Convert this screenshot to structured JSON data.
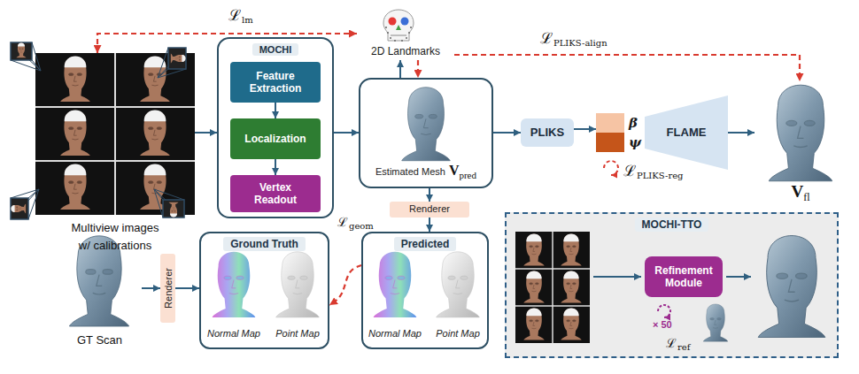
{
  "diagram": {
    "nodes": [
      {
        "text": [
          "Multiview images w/ calibrations"
        ]
      },
      {
        "text": [
          "MOCHI"
        ]
      },
      {
        "text": [
          "Feature Extraction"
        ],
        "in": 1
      },
      {
        "text": [
          "Localization"
        ],
        "in": 1
      },
      {
        "text": [
          "Vertex Readout"
        ],
        "in": 1
      },
      {
        "text": [
          "2D Landmarks"
        ]
      },
      {
        "text": [
          "Estimated Mesh",
          "V",
          "pred"
        ]
      },
      {
        "text": [
          "PLIKS"
        ]
      },
      {
        "text": [
          "β"
        ]
      },
      {
        "text": [
          "ψ"
        ]
      },
      {
        "text": [
          "FLAME"
        ]
      },
      {
        "text": [
          "V",
          "fl"
        ]
      },
      {
        "text": [
          "Renderer"
        ]
      },
      {
        "text": [
          "GT Scan"
        ]
      },
      {
        "text": [
          "Renderer"
        ]
      },
      {
        "text": [
          "Ground Truth"
        ]
      },
      {
        "text": [
          "Normal Map"
        ],
        "in": 15
      },
      {
        "text": [
          "Point Map"
        ],
        "in": 15
      },
      {
        "text": [
          "Predicted"
        ]
      },
      {
        "text": [
          "Normal Map"
        ],
        "in": 18
      },
      {
        "text": [
          "Point Map"
        ],
        "in": 18
      },
      {
        "text": [
          "MOCHI-TTO"
        ]
      },
      {
        "text": [
          "Refinement Module"
        ],
        "in": 21
      }
    ],
    "edges": [
      {
        "from": 0,
        "to": 1,
        "arrow": "to"
      },
      {
        "from": 2,
        "to": 3,
        "arrow": "to"
      },
      {
        "from": 3,
        "to": 4,
        "arrow": "to"
      },
      {
        "from": 1,
        "to": 6,
        "arrow": "to"
      },
      {
        "from": 6,
        "to": 5,
        "arrow": "to"
      },
      {
        "from": 5,
        "to": 6,
        "arrow": "to"
      },
      {
        "from": 0,
        "to": 5,
        "arrow": "both"
      },
      {
        "from": 5,
        "to": 11,
        "arrow": "to"
      },
      {
        "from": 6,
        "to": 7,
        "arrow": "to"
      },
      {
        "from": 7,
        "to": 8,
        "arrow": "to"
      },
      {
        "from": 10,
        "to": 11,
        "arrow": "to"
      },
      {
        "from": 6,
        "to": 12,
        "arrow": "to"
      },
      {
        "from": 12,
        "to": 18,
        "arrow": "to"
      },
      {
        "from": 13,
        "to": 14,
        "arrow": "to"
      },
      {
        "from": 14,
        "to": 15,
        "arrow": "to"
      },
      {
        "from": 18,
        "to": 15,
        "arrow": "to"
      }
    ],
    "labels": [
      "ℒ",
      "lm",
      "ℒ",
      "PLIKS-align",
      "ℒ",
      "PLIKS-reg",
      "ℒ",
      "geom",
      "× 50",
      "ℒ",
      "ref"
    ]
  }
}
